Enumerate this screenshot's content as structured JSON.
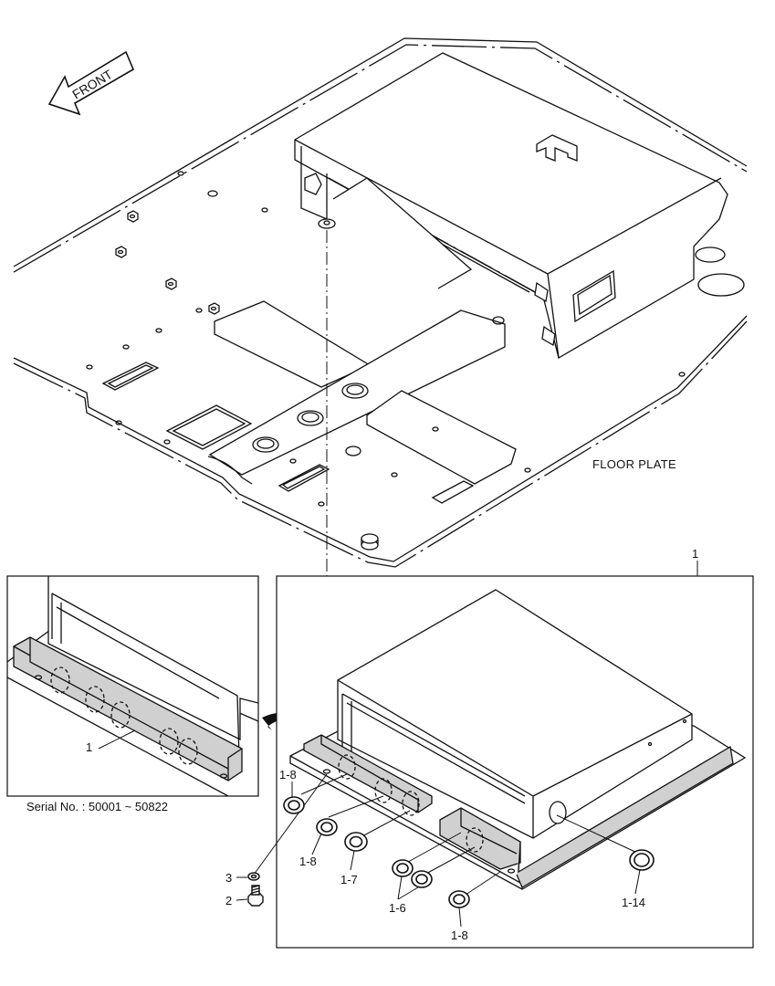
{
  "front_label": "FRONT",
  "floor_plate_label": "FLOOR PLATE",
  "assembly_callout": "1",
  "detail_callout": "1",
  "serial_note": "Serial No. : 50001 ~ 50822",
  "part_labels": {
    "p1_8_a": "1-8",
    "p1_8_b": "1-8",
    "p1_7": "1-7",
    "p1_6": "1-6",
    "p1_8_c": "1-8",
    "p1_14": "1-14",
    "p3": "3",
    "p2": "2"
  },
  "colors": {
    "line": "#111111",
    "foam": "#d0d0d0",
    "foam_dark": "#b5b5b5",
    "surface": "#ffffff"
  }
}
